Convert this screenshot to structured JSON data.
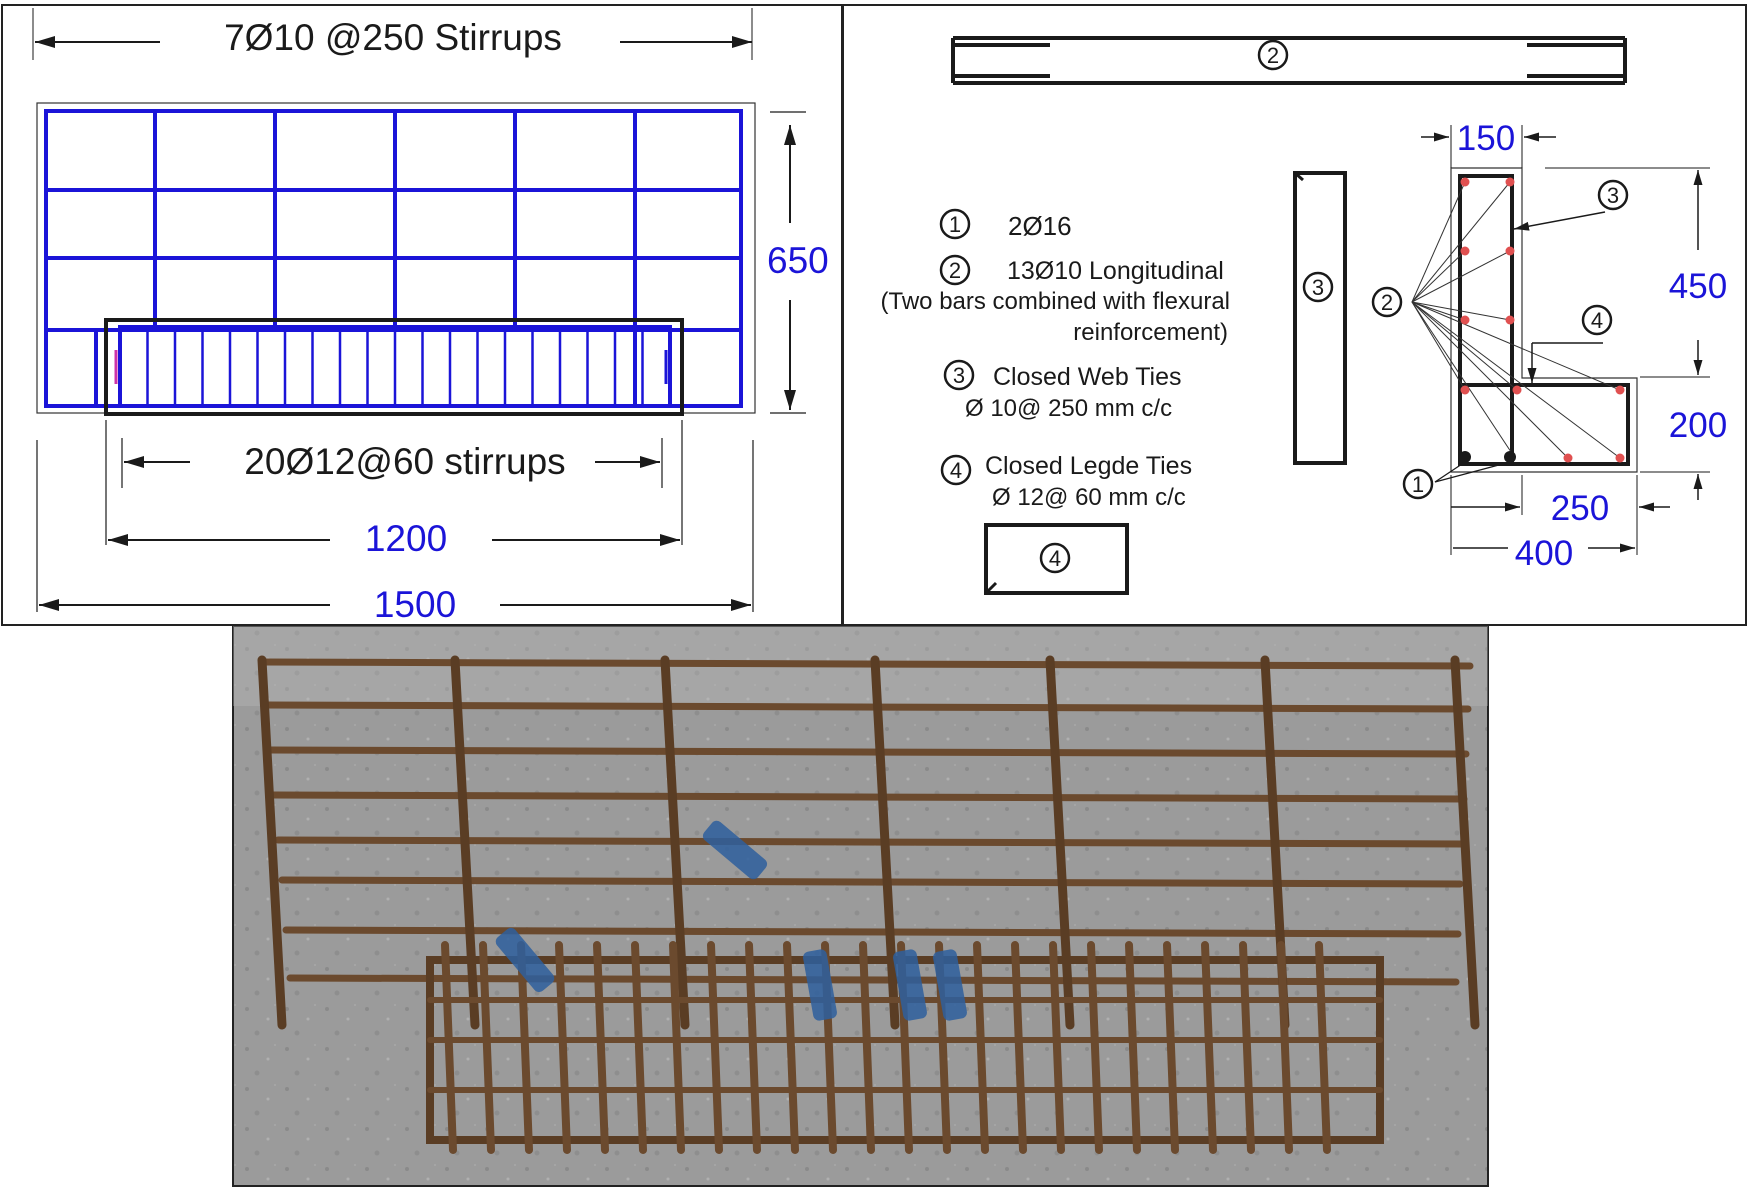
{
  "elevation": {
    "stirrups_top_label": "7Ø10 @250 Stirrups",
    "stirrups_bottom_label": "20Ø12@60 stirrups",
    "dim_height": "650",
    "dim_ledge_length": "1200",
    "dim_total_length": "1500"
  },
  "legend": {
    "items": [
      {
        "marker": "1",
        "text": "2Ø16"
      },
      {
        "marker": "2",
        "text": "13Ø10 Longitudinal"
      },
      {
        "marker": "",
        "text": "(Two bars combined with flexural"
      },
      {
        "marker": "",
        "text": "reinforcement)"
      },
      {
        "marker": "3",
        "text": "Closed Web Ties"
      },
      {
        "marker": "",
        "text": "Ø 10@ 250 mm c/c"
      },
      {
        "marker": "4",
        "text": "Closed Legde Ties"
      },
      {
        "marker": "",
        "text": "Ø 12@ 60 mm c/c"
      }
    ],
    "bar_markers": {
      "bar2": "2",
      "bar3": "3",
      "bar4": "4"
    }
  },
  "section": {
    "dim_web_width": "150",
    "dim_web_height": "450",
    "dim_ledge_height": "200",
    "dim_ledge_width": "250",
    "dim_total_width": "400",
    "callouts": {
      "c1": "1",
      "c2": "2",
      "c3": "3",
      "c4": "4"
    }
  },
  "colors": {
    "drawing_blue": "#1b14d8",
    "line_black": "#1a1a1a",
    "rebar_red": "#e05050",
    "rust": "#6b4a2e",
    "concrete": "#9a9a9a"
  }
}
